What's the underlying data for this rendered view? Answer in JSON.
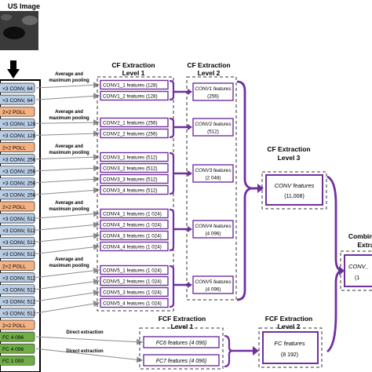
{
  "input": {
    "label": "US Image"
  },
  "vgg_layers": [
    {
      "label": "×3 CONV, 64",
      "kind": "conv"
    },
    {
      "label": "×3 CONV, 64",
      "kind": "conv"
    },
    {
      "label": "2×2 POLL",
      "kind": "pool"
    },
    {
      "label": "×3 CONV, 128",
      "kind": "conv"
    },
    {
      "label": "×3 CONV, 128",
      "kind": "conv"
    },
    {
      "label": "2×2 POLL",
      "kind": "pool"
    },
    {
      "label": "×3 CONV, 256",
      "kind": "conv"
    },
    {
      "label": "×3 CONV, 256",
      "kind": "conv"
    },
    {
      "label": "×3 CONV, 256",
      "kind": "conv"
    },
    {
      "label": "×3 CONV, 256",
      "kind": "conv"
    },
    {
      "label": "2×2 POLL",
      "kind": "pool"
    },
    {
      "label": "×3 CONV, 512",
      "kind": "conv"
    },
    {
      "label": "×3 CONV, 512",
      "kind": "conv"
    },
    {
      "label": "×3 CONV, 512",
      "kind": "conv"
    },
    {
      "label": "×3 CONV, 512",
      "kind": "conv"
    },
    {
      "label": "2×2 POLL",
      "kind": "pool"
    },
    {
      "label": "×3 CONV, 512",
      "kind": "conv"
    },
    {
      "label": "×3 CONV, 512",
      "kind": "conv"
    },
    {
      "label": "×3 CONV, 512",
      "kind": "conv"
    },
    {
      "label": "×3 CONV, 512",
      "kind": "conv"
    },
    {
      "label": "2×2 POLL",
      "kind": "pool"
    },
    {
      "label": "FC 4 096",
      "kind": "fc"
    },
    {
      "label": "FC 4 096",
      "kind": "fc"
    },
    {
      "label": "FC 1 000",
      "kind": "fc"
    }
  ],
  "pooling_label": "Average and maximum pooling",
  "direct_label": "Direct extraction",
  "cf_level1": {
    "title": "CF Extraction Level 1",
    "groups": [
      [
        "CONV1_1 features (128)",
        "CONV1_2 features (128)"
      ],
      [
        "CONV2_1 features (256)",
        "CONV2_2 features (256)"
      ],
      [
        "CONV3_1 features (512)",
        "CONV3_2 features (512)",
        "CONV3_3 features (512)",
        "CONV3_4 features (512)"
      ],
      [
        "CONV4_1 features (1 024)",
        "CONV4_2 features (1 024)",
        "CONV4_3 features (1 024)",
        "CONV4_4 features (1 024)"
      ],
      [
        "CONV5_1 features (1 024)",
        "CONV5_2 features (1 024)",
        "CONV5_3 features (1 024)",
        "CONV5_4 features (1 024)"
      ]
    ]
  },
  "cf_level2": {
    "title": "CF Extraction Level 2",
    "items": [
      {
        "name": "CONV1 features",
        "count": "(256)"
      },
      {
        "name": "CONV2 features",
        "count": "(512)"
      },
      {
        "name": "CONV3 features",
        "count": "(2 048)"
      },
      {
        "name": "CONV4 features",
        "count": "(4 096)"
      },
      {
        "name": "CONV5 features",
        "count": "(4 096)"
      }
    ]
  },
  "cf_level3": {
    "title": "CF Extraction Level 3",
    "name": "CONV features",
    "count": "(11,008)"
  },
  "fcf_level1": {
    "title": "FCF Extraction Level 1",
    "items": [
      "FC6 features (4 096)",
      "FC7 features (4 096)"
    ]
  },
  "fcf_level2": {
    "title": "FCF Extraction Level 2",
    "name": "FC features",
    "count": "(8 192)"
  },
  "combined": {
    "title_line1": "Combine",
    "title_line2": "Extra",
    "name": "CONV_",
    "count": "(1"
  },
  "colors": {
    "conv": "#b8cce4",
    "pool": "#f4b183",
    "fc": "#70ad47",
    "accent": "#7030a0"
  }
}
